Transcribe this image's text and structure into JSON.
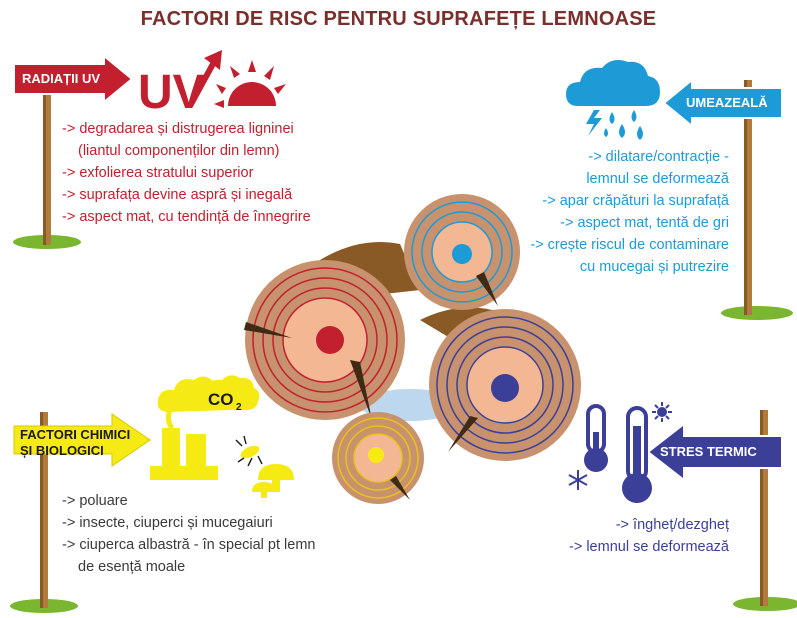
{
  "title": "FACTORI DE RISC PENTRU SUPRAFEȚE LEMNOASE",
  "uv": {
    "sign": "RADIAȚII UV",
    "logo": "UV",
    "items": [
      "-> degradarea și distrugerea ligninei",
      "(liantul componenților din lemn)",
      "-> exfolierea stratului superior",
      "-> suprafața devine aspră și inegală",
      "-> aspect mat, cu tendință de înnegrire"
    ],
    "color": "#c2202f"
  },
  "humidity": {
    "sign": "UMEAZEALĂ",
    "items": [
      "-> dilatare/contracție -",
      "lemnul se deformează",
      "-> apar crăpături la suprafață",
      "-> aspect mat, tentă de gri",
      "-> crește riscul de contaminare",
      "cu mucegai și putrezire"
    ],
    "color": "#1c9bd7"
  },
  "chemical": {
    "sign_line1": "FACTORI CHIMICI",
    "sign_line2": "ȘI BIOLOGICI",
    "co2": "CO",
    "co2_sub": "2",
    "items": [
      "-> poluare",
      "-> insecte, ciuperci și mucegaiuri",
      "-> ciuperca albastră - în special pt lemn",
      "de esență moale"
    ],
    "color": "#f5ea14"
  },
  "thermal": {
    "sign": "STRES TERMIC",
    "items": [
      "-> îngheț/dezgheț",
      "-> lemnul se deformează"
    ],
    "color": "#3b3f98"
  }
}
